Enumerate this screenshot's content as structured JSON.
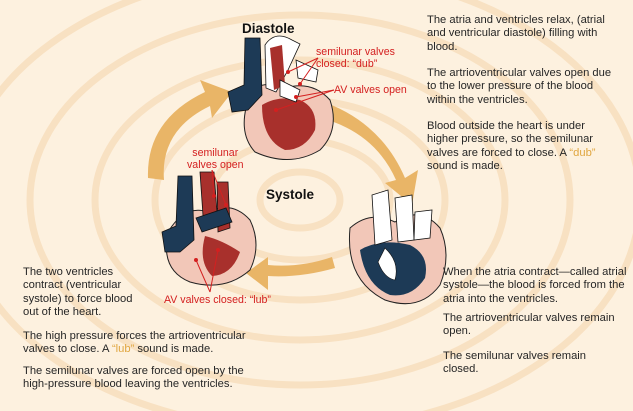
{
  "headings": {
    "diastole": "Diastole",
    "systole": "Systole"
  },
  "labels": {
    "semilunar_closed_line1": "semilunar valves",
    "semilunar_closed_line2": "closed: “dub”",
    "av_open": "AV valves open",
    "semilunar_open_line1": "semilunar",
    "semilunar_open_line2": "valves open",
    "av_closed": "AV valves closed: “lub”"
  },
  "text": {
    "diastole_p1": "The atria and ventricles relax, (atrial and ventricular diastole) filling with blood.",
    "diastole_p2": "The artrioventricular valves open due to the lower pressure of the blood within the ventricles.",
    "diastole_p3_before": "Blood outside the heart is under higher pressure, so the semilunar valves are forced to close. A ",
    "diastole_p3_highlight": "“dub”",
    "diastole_p3_after": " sound is made.",
    "atrial_p1": "When the atria contract—called atrial systole—the blood is forced from the atria into the ventricles.",
    "atrial_p2": "The artrioventricular valves remain open.",
    "atrial_p3": "The semilunar valves remain closed.",
    "ventricular_p1": "The two ventricles contract (ventricular systole) to force blood out of the heart.",
    "ventricular_p2_before": "The high pressure forces the artrioventricular valves to close. A ",
    "ventricular_p2_highlight": "“lub”",
    "ventricular_p2_after": " sound is made.",
    "ventricular_p3": "The semilunar valves are forced open by the high-pressure blood leaving the ventricles."
  },
  "colors": {
    "label_red": "#d42020",
    "sound_highlight": "#e0a640",
    "arrow": "#e9b567",
    "vessel_blue": "#1d3a56",
    "muscle_red": "#a8302c",
    "heart_pink": "#f2c7b8"
  }
}
